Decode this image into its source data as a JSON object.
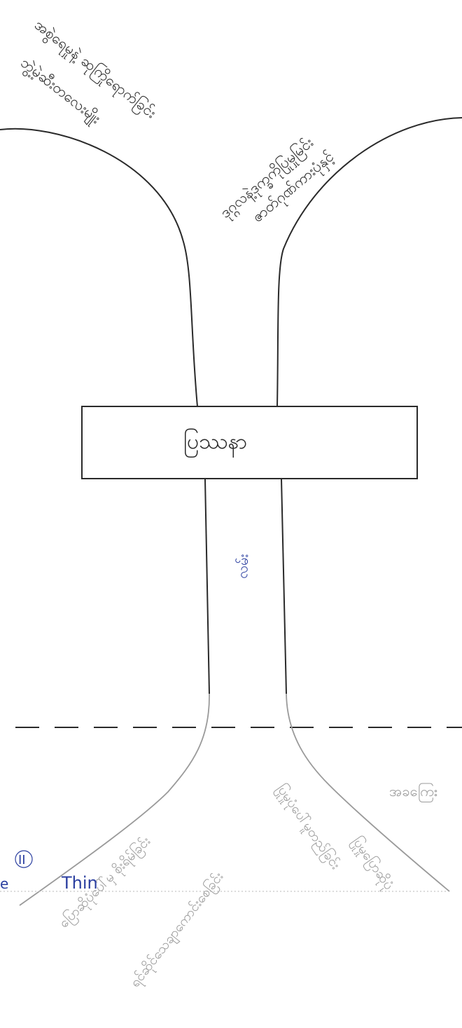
{
  "central_box": {
    "label": "ပြဿနာ"
  },
  "trunk": {
    "label": "လမ်း"
  },
  "upper_branches": {
    "left_line_1": "အစွဲရေမှုနဲ့ ဆုကြိုရောက်ခြင်း",
    "left_line_2": "ဘွဲ့မဲ့ဆီးတလေးမျိုး",
    "center_line": "ဒုဂ္ဂလနဲ့ဒုက္ခကိုပြုမှုမြင်း",
    "right_line": "ဇာတ်ဂုဏ်ကားပုံနှင့်"
  },
  "lower_roots": {
    "right_top": "အခကြေး",
    "root_1": "ပြောဆိုပုံပေါ်မှ စိုးရိမ်ခြင်း",
    "root_2": "ရင်ဆိုင်သေချာကောင်းစေခြင်း",
    "root_3": "ပြုမှုပုံပေါ်မူတည်ခြင်း",
    "root_4": "ပြုမှုပြောဆိုပုံ"
  },
  "margin_note": {
    "number": "II",
    "word": "Thin",
    "edge_letter": "e"
  },
  "colors": {
    "ink": "#2a2a2a",
    "blue_ink": "#2b3fa0",
    "pencil": "#9a9a9a"
  }
}
